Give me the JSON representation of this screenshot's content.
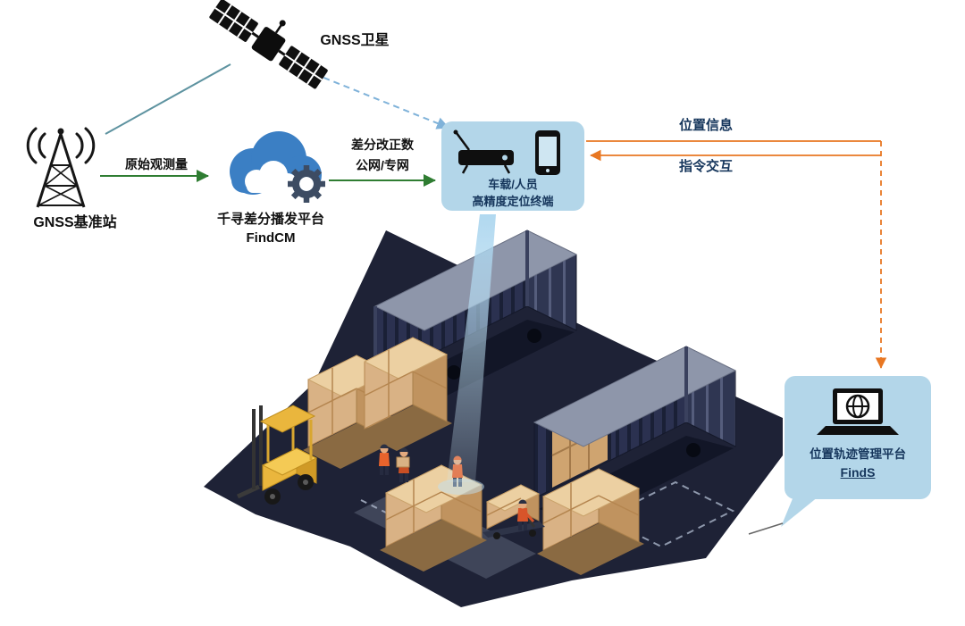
{
  "labels": {
    "satellite": "GNSS卫星",
    "base_station": "GNSS基准站",
    "cloud_name": "千寻差分播发平台",
    "cloud_product": "FindCM",
    "raw_observation": "原始观测量",
    "correction_line1": "差分改正数",
    "correction_line2": "公网/专网",
    "terminal_line1": "车载/人员",
    "terminal_line2": "高精度定位终端",
    "position_info": "位置信息",
    "command_interaction": "指令交互",
    "platform_name": "位置轨迹管理平台",
    "platform_product": "FindS"
  },
  "icons": {
    "satellite": "satellite-icon",
    "base_station": "radio-tower-icon",
    "cloud": "cloud-gear-icon",
    "receiver": "receiver-box-icon",
    "phone": "smartphone-icon",
    "platform": "laptop-globe-icon",
    "scene": "warehouse-yard-illustration"
  },
  "colors": {
    "arrow_green": "#2f7d32",
    "arrow_orange": "#e87722",
    "bubble_blue": "#b3d6e9",
    "cloud_blue": "#3b7fc4",
    "gear_slate": "#3d4c63",
    "link_teal": "#5e93a0",
    "link_dashed_blue": "#7fb2d9",
    "label_navy": "#16365c",
    "container_navy": "#2b3150",
    "container_top": "#8e96aa",
    "floor_navy": "#1e2236",
    "box_tan": "#d9b285",
    "forklift_yellow": "#eab63d",
    "beam_blue": "#a8d4ee"
  }
}
